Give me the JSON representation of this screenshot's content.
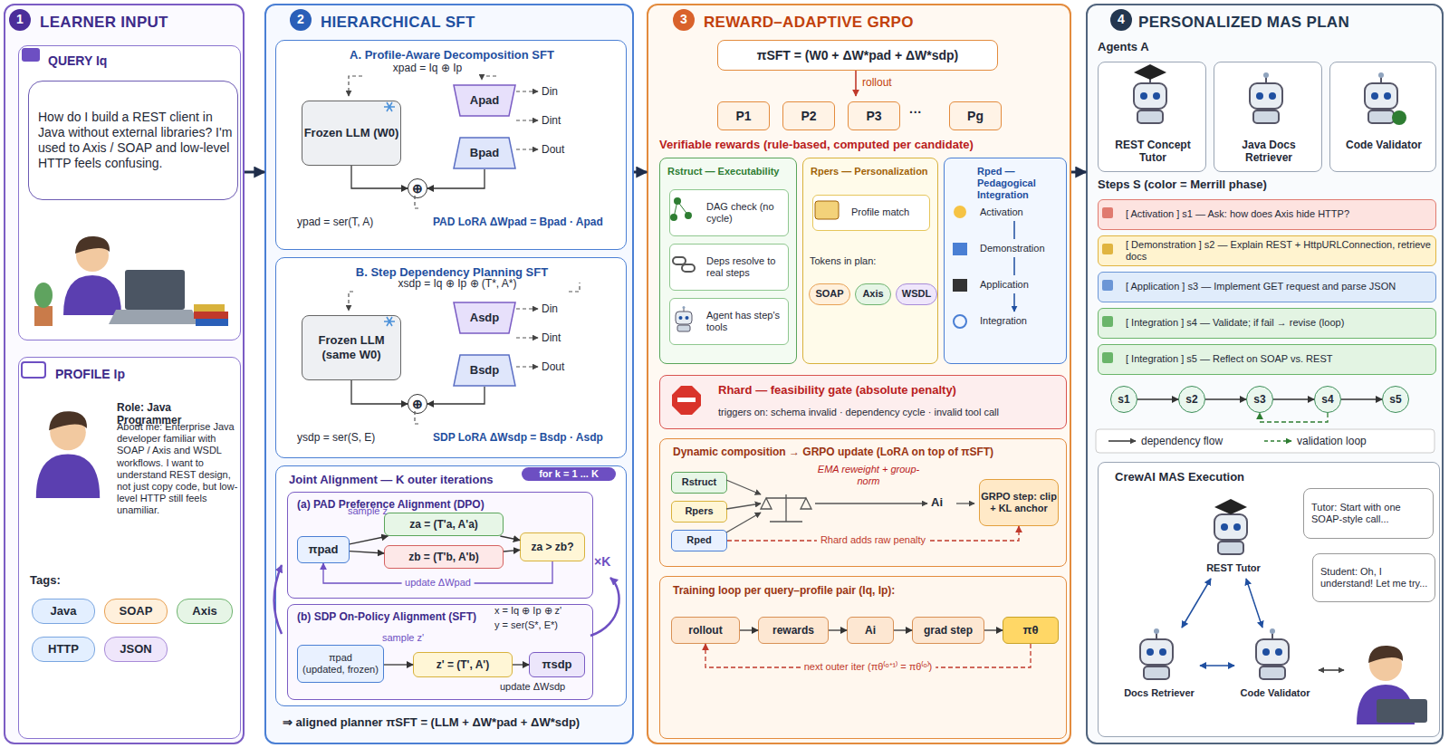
{
  "diagram": {
    "nodes": [
      {
        "text": [
          "LEARNER INPUT"
        ]
      },
      {
        "text": [
          "QUERY Iq"
        ],
        "in": 0
      },
      {
        "text": [
          "How do I build a REST client in Java without external libraries? I'm used to Axis / SOAP and low-level HTTP feels confusing."
        ],
        "in": 1
      },
      {
        "text": [
          "PROFILE Ip",
          "Role: Java Programmer",
          "About me: Enterprise Java developer familiar with SOAP / Axis and WSDL workflows. I want to understand REST design, not just copy code, but low-level HTTP still feels unamiliar.",
          "Tags:"
        ],
        "in": 0
      },
      {
        "text": [
          "Java"
        ],
        "in": 3
      },
      {
        "text": [
          "SOAP"
        ],
        "in": 3
      },
      {
        "text": [
          "Axis"
        ],
        "in": 3
      },
      {
        "text": [
          "HTTP"
        ],
        "in": 3
      },
      {
        "text": [
          "JSON"
        ],
        "in": 3
      },
      {
        "text": [
          "HIERARCHICAL SFT"
        ]
      },
      {
        "text": [
          "A. Profile-Aware Decomposition SFT"
        ],
        "in": 9
      },
      {
        "text": [
          "Frozen LLM (W0)"
        ],
        "in": 10
      },
      {
        "text": [
          "Apad"
        ],
        "in": 10
      },
      {
        "text": [
          "Bpad"
        ],
        "in": 10
      },
      {
        "text": [
          "⊕"
        ],
        "in": 10
      },
      {
        "text": [
          "B. Step Dependency Planning SFT"
        ],
        "in": 9
      },
      {
        "text": [
          "Frozen LLM (same W0)"
        ],
        "in": 15
      },
      {
        "text": [
          "Asdp"
        ],
        "in": 15
      },
      {
        "text": [
          "Bsdp"
        ],
        "in": 15
      },
      {
        "text": [
          "⊕"
        ],
        "in": 15
      },
      {
        "text": [
          "Joint Alignment — K outer iterations"
        ],
        "in": 9
      },
      {
        "text": [
          "(a) PAD Preference Alignment (DPO)"
        ],
        "in": 20
      },
      {
        "text": [
          "πpad"
        ],
        "in": 21
      },
      {
        "text": [
          "za = (T'a, A'a)"
        ],
        "in": 21
      },
      {
        "text": [
          "zb = (T'b, A'b)"
        ],
        "in": 21
      },
      {
        "text": [
          "za > zb?"
        ],
        "in": 21
      },
      {
        "text": [
          "(b) SDP On-Policy Alignment (SFT)"
        ],
        "in": 20
      },
      {
        "text": [
          "πpad",
          "(updated, frozen)"
        ],
        "in": 26
      },
      {
        "text": [
          "z' = (T', A')"
        ],
        "in": 26
      },
      {
        "text": [
          "πsdp"
        ],
        "in": 26
      },
      {
        "text": [
          "REWARD–ADAPTIVE GRPO"
        ]
      },
      {
        "text": [
          "πSFT = (W0 + ΔW*pad + ΔW*sdp)"
        ],
        "in": 30
      },
      {
        "text": [
          "P1"
        ],
        "in": 30
      },
      {
        "text": [
          "P2"
        ],
        "in": 30
      },
      {
        "text": [
          "P3"
        ],
        "in": 30
      },
      {
        "text": [
          "Pg"
        ],
        "in": 30
      },
      {
        "text": [
          "Rstruct — Executability"
        ],
        "in": 30
      },
      {
        "text": [
          "DAG check (no cycle)"
        ],
        "in": 36
      },
      {
        "text": [
          "Deps resolve to real steps"
        ],
        "in": 36
      },
      {
        "text": [
          "Agent has step's tools"
        ],
        "in": 36
      },
      {
        "text": [
          "Rpers — Personalization"
        ],
        "in": 30
      },
      {
        "text": [
          "Profile match"
        ],
        "in": 40
      },
      {
        "text": [
          "SOAP"
        ],
        "in": 40
      },
      {
        "text": [
          "Axis"
        ],
        "in": 40
      },
      {
        "text": [
          "WSDL"
        ],
        "in": 40
      },
      {
        "text": [
          "Rped — Pedagogical Integration"
        ],
        "in": 30
      },
      {
        "text": [
          "Rhard — feasibility gate (absolute penalty)",
          "triggers on: schema invalid · dependency cycle · invalid tool call"
        ],
        "in": 30
      },
      {
        "text": [
          "Dynamic composition → GRPO update (LoRA on top of πSFT)"
        ],
        "in": 30
      },
      {
        "text": [
          "Rstruct"
        ],
        "in": 47
      },
      {
        "text": [
          "Rpers"
        ],
        "in": 47
      },
      {
        "text": [
          "Rped"
        ],
        "in": 47
      },
      {
        "text": [
          "GRPO step: clip + KL anchor"
        ],
        "in": 47
      },
      {
        "text": [
          "Training loop per query–profile pair (Iq, Ip):"
        ],
        "in": 30
      },
      {
        "text": [
          "rollout"
        ],
        "in": 52
      },
      {
        "text": [
          "rewards"
        ],
        "in": 52
      },
      {
        "text": [
          "Ai"
        ],
        "in": 52
      },
      {
        "text": [
          "grad step"
        ],
        "in": 52
      },
      {
        "text": [
          "πθ"
        ],
        "in": 52
      },
      {
        "text": [
          "PERSONALIZED MAS PLAN"
        ]
      },
      {
        "text": [
          "REST Concept Tutor"
        ],
        "in": 58
      },
      {
        "text": [
          "Java Docs Retriever"
        ],
        "in": 58
      },
      {
        "text": [
          "Code Validator"
        ],
        "in": 58
      },
      {
        "text": [
          "[ Activation ] s1 — Ask: how does Axis hide HTTP?"
        ],
        "in": 58
      },
      {
        "text": [
          "[ Demonstration ] s2 — Explain REST + HttpURLConnection, retrieve docs"
        ],
        "in": 58
      },
      {
        "text": [
          "[ Application ] s3 — Implement GET request and parse JSON"
        ],
        "in": 58
      },
      {
        "text": [
          "[ Integration ] s4 — Validate; if fail → revise (loop)"
        ],
        "in": 58
      },
      {
        "text": [
          "[ Integration ] s5 — Reflect on SOAP vs. REST"
        ],
        "in": 58
      },
      {
        "text": [
          "s1"
        ],
        "in": 58
      },
      {
        "text": [
          "s2"
        ],
        "in": 58
      },
      {
        "text": [
          "s3"
        ],
        "in": 58
      },
      {
        "text": [
          "s4"
        ],
        "in": 58
      },
      {
        "text": [
          "s5"
        ],
        "in": 58
      },
      {
        "text": [
          "CrewAI MAS Execution"
        ],
        "in": 58
      },
      {
        "text": [
          "REST Tutor"
        ],
        "in": 72
      },
      {
        "text": [
          "Docs Retriever"
        ],
        "in": 72
      },
      {
        "text": [
          "Code Validator"
        ],
        "in": 72
      },
      {
        "text": [
          "Tutor: Start with one SOAP-style call..."
        ],
        "in": 72
      },
      {
        "text": [
          "Student: Oh, I understand! Let me try..."
        ],
        "in": 72
      }
    ],
    "edges": [
      {
        "from": 0,
        "to": 9,
        "arrow": "to"
      },
      {
        "from": 9,
        "to": 30,
        "arrow": "to"
      },
      {
        "from": 30,
        "to": 58,
        "arrow": "to"
      },
      {
        "from": 11,
        "to": 14,
        "arrow": "to"
      },
      {
        "from": 13,
        "to": 14,
        "arrow": "to"
      },
      {
        "from": 16,
        "to": 19,
        "arrow": "to"
      },
      {
        "from": 18,
        "to": 19,
        "arrow": "to"
      },
      {
        "from": 22,
        "to": 23,
        "arrow": "to"
      },
      {
        "from": 22,
        "to": 24,
        "arrow": "to"
      },
      {
        "from": 23,
        "to": 25,
        "arrow": "to"
      },
      {
        "from": 24,
        "to": 25,
        "arrow": "to"
      },
      {
        "from": 25,
        "to": 22,
        "arrow": "to",
        "label": "update ΔWpad"
      },
      {
        "from": 27,
        "to": 28,
        "arrow": "to"
      },
      {
        "from": 28,
        "to": 29,
        "arrow": "to"
      },
      {
        "from": 50,
        "to": 51,
        "arrow": "to",
        "label": "Rhard adds raw penalty"
      },
      {
        "from": 53,
        "to": 54,
        "arrow": "to"
      },
      {
        "from": 54,
        "to": 55,
        "arrow": "to"
      },
      {
        "from": 55,
        "to": 56,
        "arrow": "to"
      },
      {
        "from": 56,
        "to": 57,
        "arrow": "to"
      },
      {
        "from": 57,
        "to": 53,
        "arrow": "to",
        "label": "next outer iter (πθ⁽ᵒ⁺¹⁾ = πθ⁽ᵒ⁾)"
      },
      {
        "from": 67,
        "to": 68,
        "arrow": "to"
      },
      {
        "from": 68,
        "to": 69,
        "arrow": "to"
      },
      {
        "from": 69,
        "to": 70,
        "arrow": "to"
      },
      {
        "from": 70,
        "to": 71,
        "arrow": "to"
      },
      {
        "from": 70,
        "to": 69,
        "arrow": "to"
      },
      {
        "from": 73,
        "to": 74,
        "arrow": "both"
      },
      {
        "from": 73,
        "to": 75,
        "arrow": "both"
      },
      {
        "from": 74,
        "to": 75,
        "arrow": "both"
      }
    ],
    "labels": [
      "1",
      "2",
      "3",
      "4",
      "xpad = Iq ⊕ Ip",
      "Din",
      "Dint",
      "Dout",
      "ypad = ser(T, A)",
      "PAD LoRA ΔWpad = Bpad · Apad",
      "xsdp = Iq ⊕ Ip ⊕ (T*, A*)",
      "Din",
      "Dint",
      "Dout",
      "ysdp = ser(S, E)",
      "SDP LoRA ΔWsdp = Bsdp · Asdp",
      "for k = 1 ... K",
      "sample z",
      "×K",
      "x = Iq ⊕ Ip ⊕ z'",
      "y = ser(S*, E*)",
      "sample z'",
      "update ΔWsdp",
      "⇒ aligned planner πSFT = (LLM + ΔW*pad + ΔW*sdp)",
      "rollout",
      "···",
      "Verifiable rewards (rule-based, computed per candidate)",
      "Tokens in plan:",
      "Activation",
      "Demonstration",
      "Application",
      "Integration",
      "EMA reweight + group-norm",
      "Ai",
      "Agents A",
      "Steps S (color = Merrill phase)"
    ],
    "legend": [
      {
        "text": "dependency flow"
      },
      {
        "text": "validation loop"
      }
    ]
  }
}
